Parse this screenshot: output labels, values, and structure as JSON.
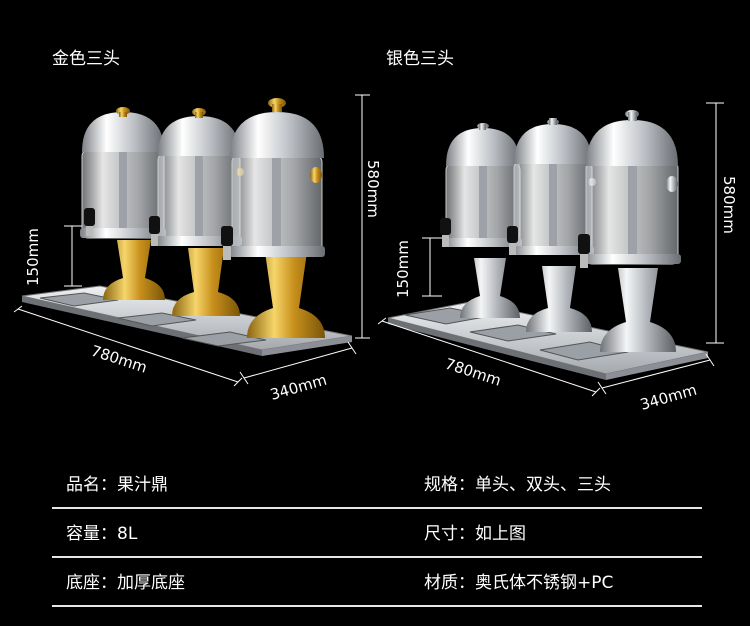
{
  "variants": {
    "gold": {
      "title": "金色三头",
      "color": "#d8a933"
    },
    "silver": {
      "title": "银色三头",
      "color": "#c9ccd0"
    }
  },
  "dimensions": {
    "width": "780mm",
    "depth": "340mm",
    "height": "580mm",
    "spout_height": "150mm"
  },
  "specs": [
    {
      "left": "品名：果汁鼎",
      "right": "规格：单头、双头、三头"
    },
    {
      "left": "容量：8L",
      "right": "尺寸：如上图"
    },
    {
      "left": "底座：加厚底座",
      "right": "材质：奥氏体不锈钢+PC"
    }
  ]
}
